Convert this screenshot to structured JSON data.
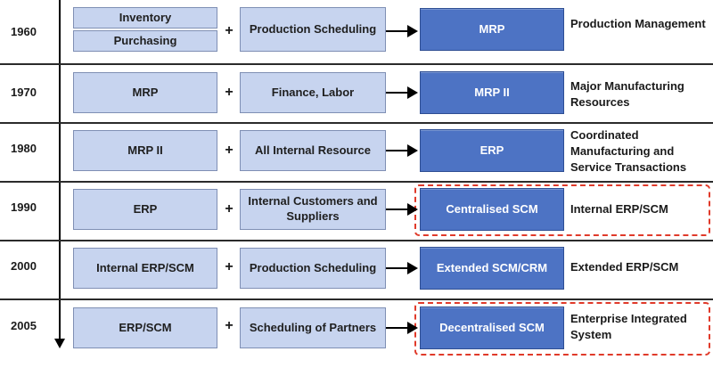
{
  "rows": [
    {
      "year": "1960",
      "inputs": [
        "Inventory",
        "Purchasing"
      ],
      "plus": "+",
      "addition": "Production Scheduling",
      "result": "MRP",
      "description": "Production Management"
    },
    {
      "year": "1970",
      "inputs": [
        "MRP"
      ],
      "plus": "+",
      "addition": "Finance, Labor",
      "result": "MRP II",
      "description": "Major Manufacturing Resources"
    },
    {
      "year": "1980",
      "inputs": [
        "MRP II"
      ],
      "plus": "+",
      "addition": "All Internal Resource",
      "result": "ERP",
      "description": "Coordinated Manufacturing and Service Transactions"
    },
    {
      "year": "1990",
      "inputs": [
        "ERP"
      ],
      "plus": "+",
      "addition": "Internal Customers and Suppliers",
      "result": "Centralised SCM",
      "description": "Internal ERP/SCM",
      "highlighted": true
    },
    {
      "year": "2000",
      "inputs": [
        "Internal ERP/SCM"
      ],
      "plus": "+",
      "addition": "Production Scheduling",
      "result": "Extended SCM/CRM",
      "description": "Extended ERP/SCM"
    },
    {
      "year": "2005",
      "inputs": [
        "ERP/SCM"
      ],
      "plus": "+",
      "addition": "Scheduling of Partners",
      "result": "Decentralised SCM",
      "description": "Enterprise Integrated System",
      "highlighted": true
    }
  ],
  "colors": {
    "light_box": "#c7d4ef",
    "dark_box": "#4d73c4",
    "highlight_border": "#e03a2a"
  }
}
